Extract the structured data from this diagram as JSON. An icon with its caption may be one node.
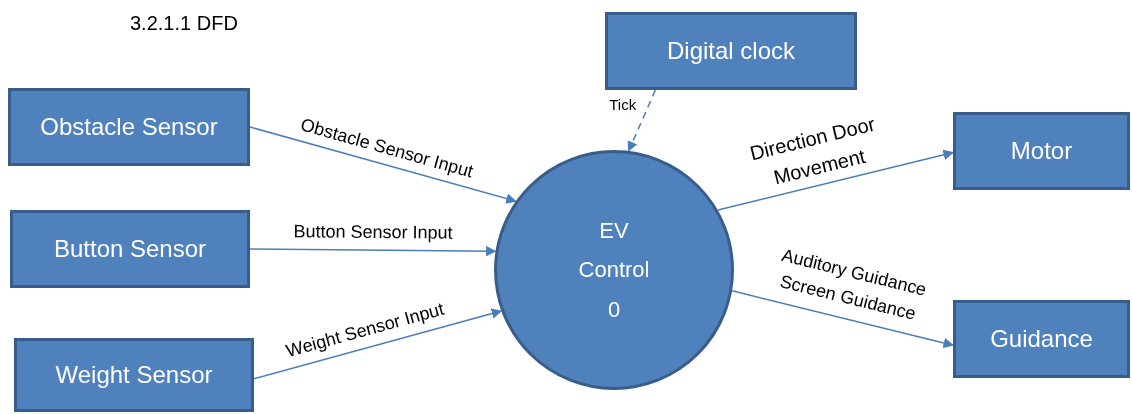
{
  "diagram": {
    "title": "3.2.1.1  DFD",
    "nodes": [
      {
        "text": [
          "Obstacle Sensor"
        ]
      },
      {
        "text": [
          "Button Sensor"
        ]
      },
      {
        "text": [
          "Weight Sensor"
        ]
      },
      {
        "text": [
          "Digital clock"
        ]
      },
      {
        "text": [
          "EV",
          "Control",
          "0"
        ]
      },
      {
        "text": [
          "Motor"
        ]
      },
      {
        "text": [
          "Guidance"
        ]
      }
    ],
    "edges": [
      {
        "from": 0,
        "to": 4,
        "arrow": "to",
        "label": "Obstacle Sensor Input"
      },
      {
        "from": 1,
        "to": 4,
        "arrow": "to",
        "label": "Button Sensor Input"
      },
      {
        "from": 2,
        "to": 4,
        "arrow": "to",
        "label": "Weight Sensor Input"
      },
      {
        "from": 3,
        "to": 4,
        "arrow": "to",
        "label": "Tick",
        "style": "dashed"
      },
      {
        "from": 4,
        "to": 5,
        "arrow": "to",
        "label": "Direction Door Movement"
      },
      {
        "from": 4,
        "to": 6,
        "arrow": "to",
        "label": "Auditory Guidance Screen Guidance"
      }
    ]
  }
}
